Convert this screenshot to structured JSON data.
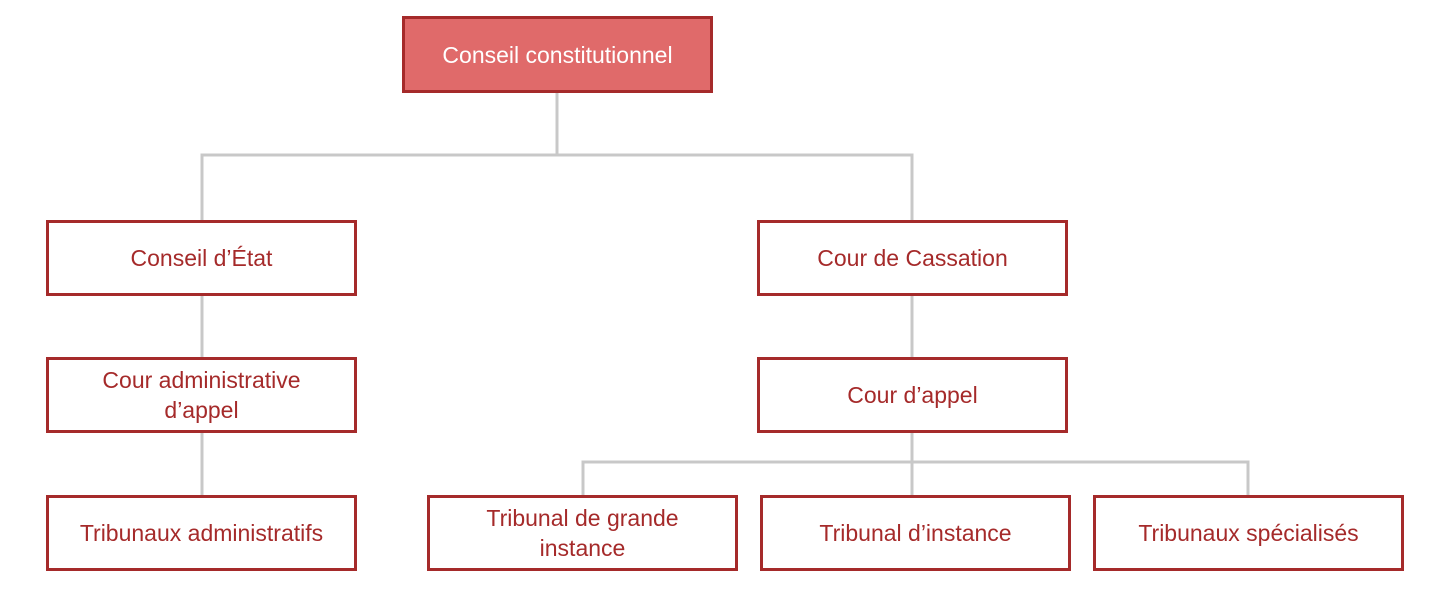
{
  "diagram": {
    "root": "Conseil constitutionnel",
    "administrative": {
      "top": "Conseil d’État",
      "middle": "Cour administrative d’appel",
      "bottom": "Tribunaux administratifs"
    },
    "judicial": {
      "top": "Cour de Cassation",
      "middle": "Cour d’appel",
      "bottom": [
        "Tribunal de grande instance",
        "Tribunal d’instance",
        "Tribunaux spécialisés"
      ]
    }
  },
  "colors": {
    "accent": "#a52a2a",
    "root_fill": "#e06a6a",
    "connector": "#c8c8c8"
  }
}
